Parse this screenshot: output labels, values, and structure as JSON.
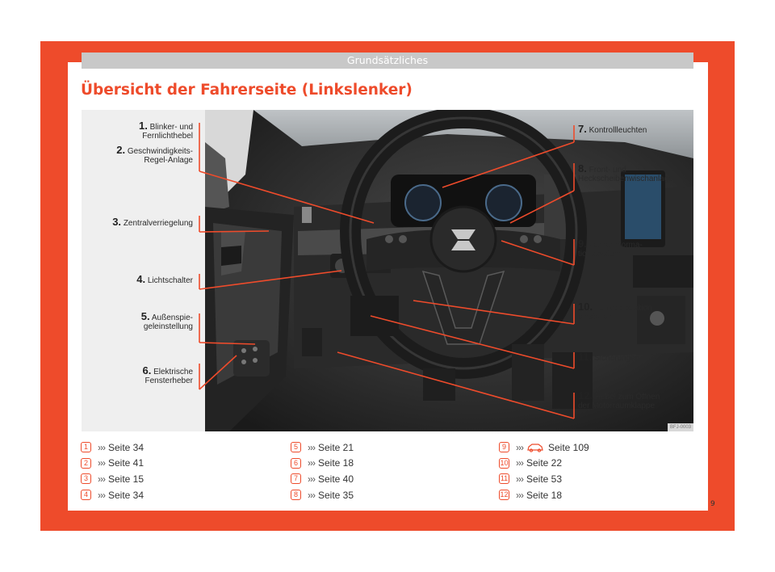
{
  "header": {
    "section_title": "Grundsätzliches"
  },
  "page_title": "Übersicht der Fahrerseite (Linkslenker)",
  "figure": {
    "code": "BFJ-0003",
    "callouts": [
      {
        "num": "1.",
        "text": "Blinker- und\nFernlichthebel"
      },
      {
        "num": "2.",
        "text": "Geschwindigkeits-\nRegel-Anlage"
      },
      {
        "num": "3.",
        "text": "Zentralverriegelung"
      },
      {
        "num": "4.",
        "text": "Lichtschalter"
      },
      {
        "num": "5.",
        "text": "Außenspie-\ngeleinstellung"
      },
      {
        "num": "6.",
        "text": "Elektrische\nFensterheber"
      },
      {
        "num": "7.",
        "text": "Kontrollleuchten"
      },
      {
        "num": "8.",
        "text": "Front- und\nHeckscheibenwischanlage"
      },
      {
        "num": "9.",
        "text": "Fahrerinforma-\ntionssystem"
      },
      {
        "num": "10.",
        "text": "Lenkradposition\neinstellen"
      },
      {
        "num": "11.",
        "text": "Sicherungen"
      },
      {
        "num": "12.",
        "text": "Hebel zum Öffnen\nder Motorraumklappe"
      }
    ]
  },
  "refs": {
    "arrows": "›››",
    "items": [
      {
        "badge": "1",
        "text": "Seite 34"
      },
      {
        "badge": "2",
        "text": "Seite 41"
      },
      {
        "badge": "3",
        "text": "Seite 15"
      },
      {
        "badge": "4",
        "text": "Seite 34"
      },
      {
        "badge": "5",
        "text": "Seite 21"
      },
      {
        "badge": "6",
        "text": "Seite 18"
      },
      {
        "badge": "7",
        "text": "Seite 40"
      },
      {
        "badge": "8",
        "text": "Seite 35"
      },
      {
        "badge": "9",
        "text": "Seite 109"
      },
      {
        "badge": "10",
        "text": "Seite 22"
      },
      {
        "badge": "11",
        "text": "Seite 53"
      },
      {
        "badge": "12",
        "text": "Seite 18"
      }
    ]
  },
  "page_number": "9",
  "colors": {
    "accent": "#ee4b2b",
    "header_bar": "#c8c8c8",
    "figure_bg": "#efefef"
  }
}
